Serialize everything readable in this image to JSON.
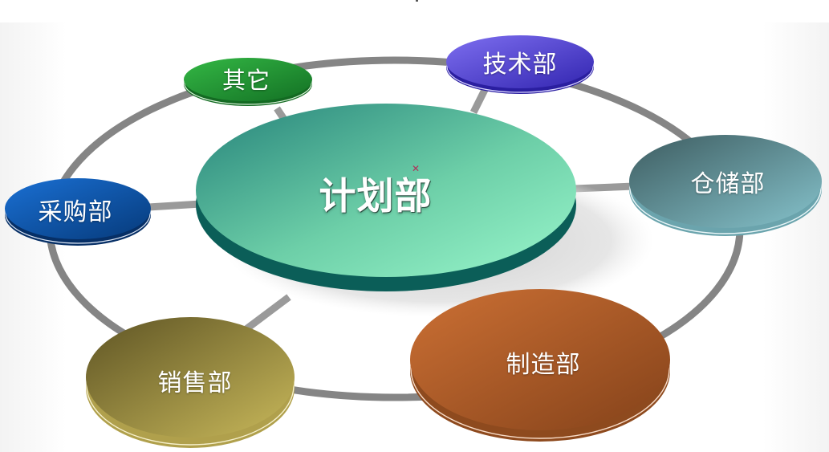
{
  "diagram": {
    "center": {
      "label": "计划部",
      "color_top": "#8ff0c6",
      "color_dark": "#2e8a7c",
      "side_color": "#0b5e58"
    },
    "nodes": [
      {
        "id": "other",
        "label": "其它",
        "color_light": "#2fb040",
        "color_dark": "#17762a"
      },
      {
        "id": "tech",
        "label": "技术部",
        "color_light": "#7a6ae6",
        "color_dark": "#3a2db8"
      },
      {
        "id": "storage",
        "label": "仓储部",
        "color_light": "#7fb8c2",
        "color_dark": "#3f6468"
      },
      {
        "id": "manufacturing",
        "label": "制造部",
        "color_light": "#c86a32",
        "color_dark": "#8e4a1e"
      },
      {
        "id": "sales",
        "label": "销售部",
        "color_light": "#c0b055",
        "color_dark": "#6e6228"
      },
      {
        "id": "purchasing",
        "label": "采购部",
        "color_light": "#1266c8",
        "color_dark": "#0a3f86"
      }
    ],
    "ring_color": "#808080",
    "spoke_color": "#9a9a9a"
  }
}
